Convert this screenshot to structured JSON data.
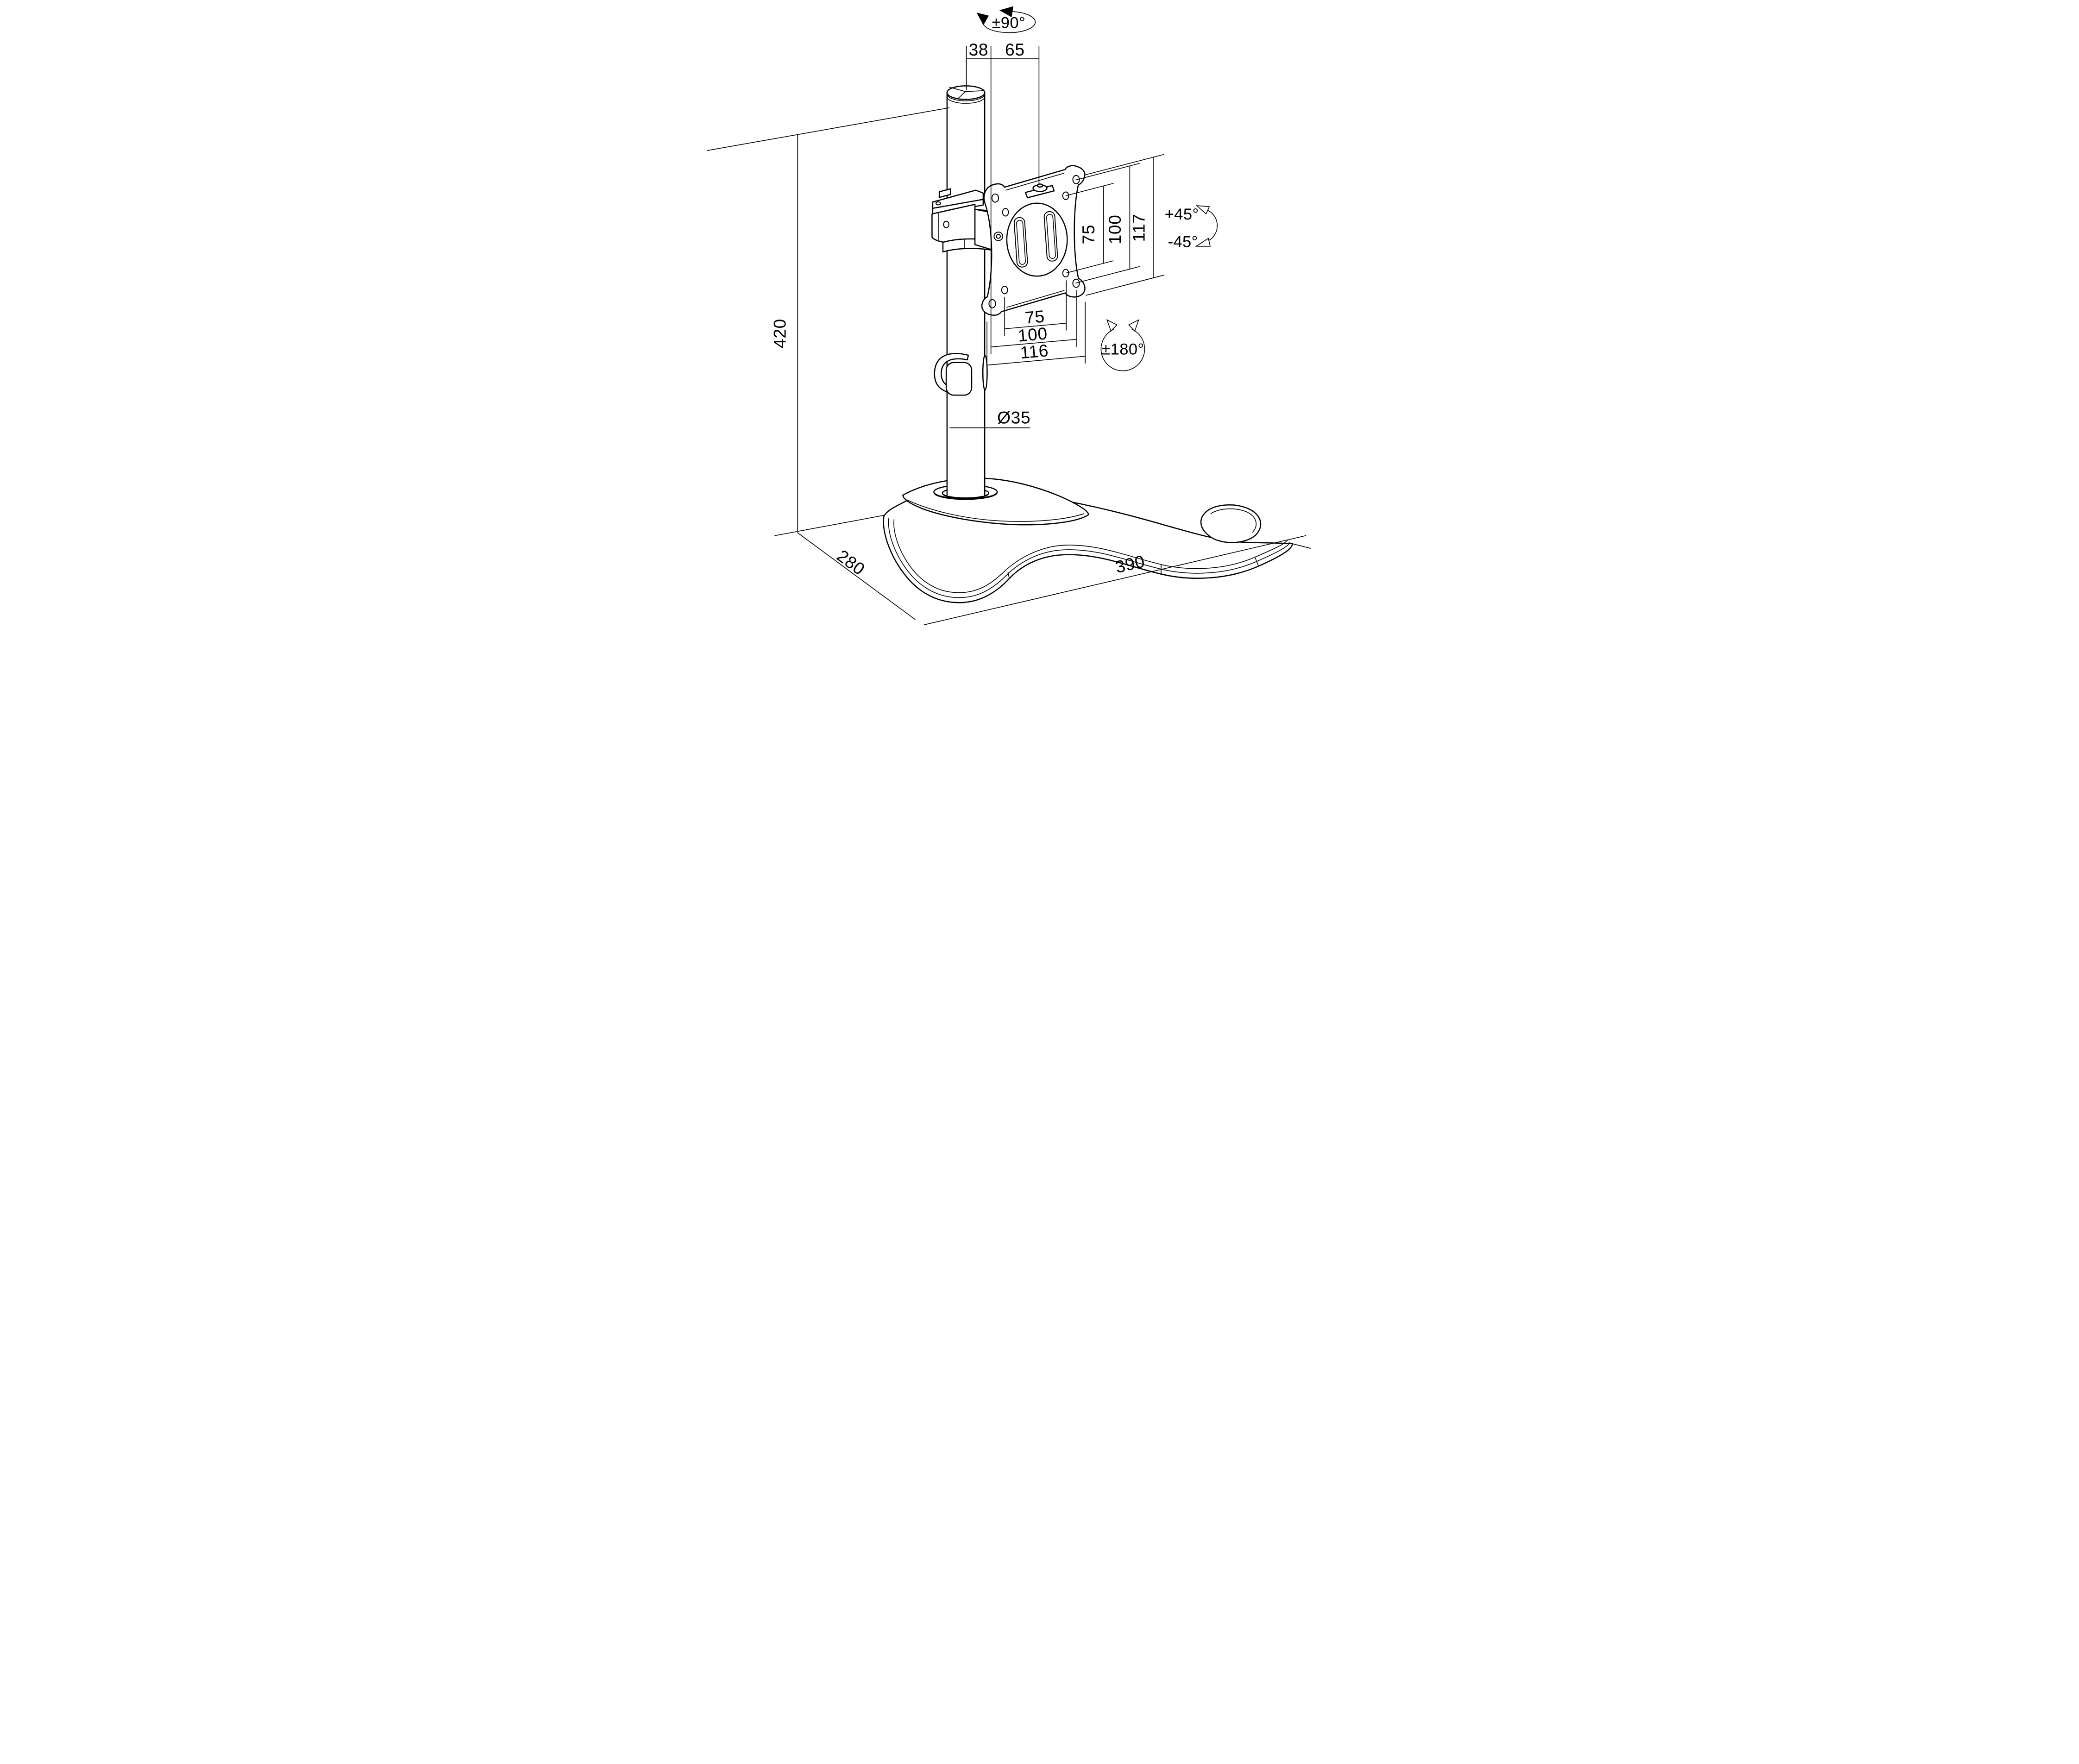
{
  "diagram": {
    "type": "technical-drawing",
    "subject": "freestanding-single-monitor-desk-stand",
    "colors": {
      "line": "#000000",
      "background": "#ffffff"
    },
    "labels": {
      "pole_swivel": "±90°",
      "offset_pole_to_pivot": "38",
      "offset_pivot_to_plate": "65",
      "vesa_vertical_75": "75",
      "vesa_vertical_100": "100",
      "plate_height": "117",
      "tilt_up": "+45°",
      "tilt_down": "-45°",
      "vesa_horizontal_75": "75",
      "vesa_horizontal_100": "100",
      "plate_width": "116",
      "plate_rotation": "±180°",
      "pole_diameter": "Ø35",
      "pole_height": "420",
      "base_depth": "280",
      "base_width": "390"
    }
  }
}
